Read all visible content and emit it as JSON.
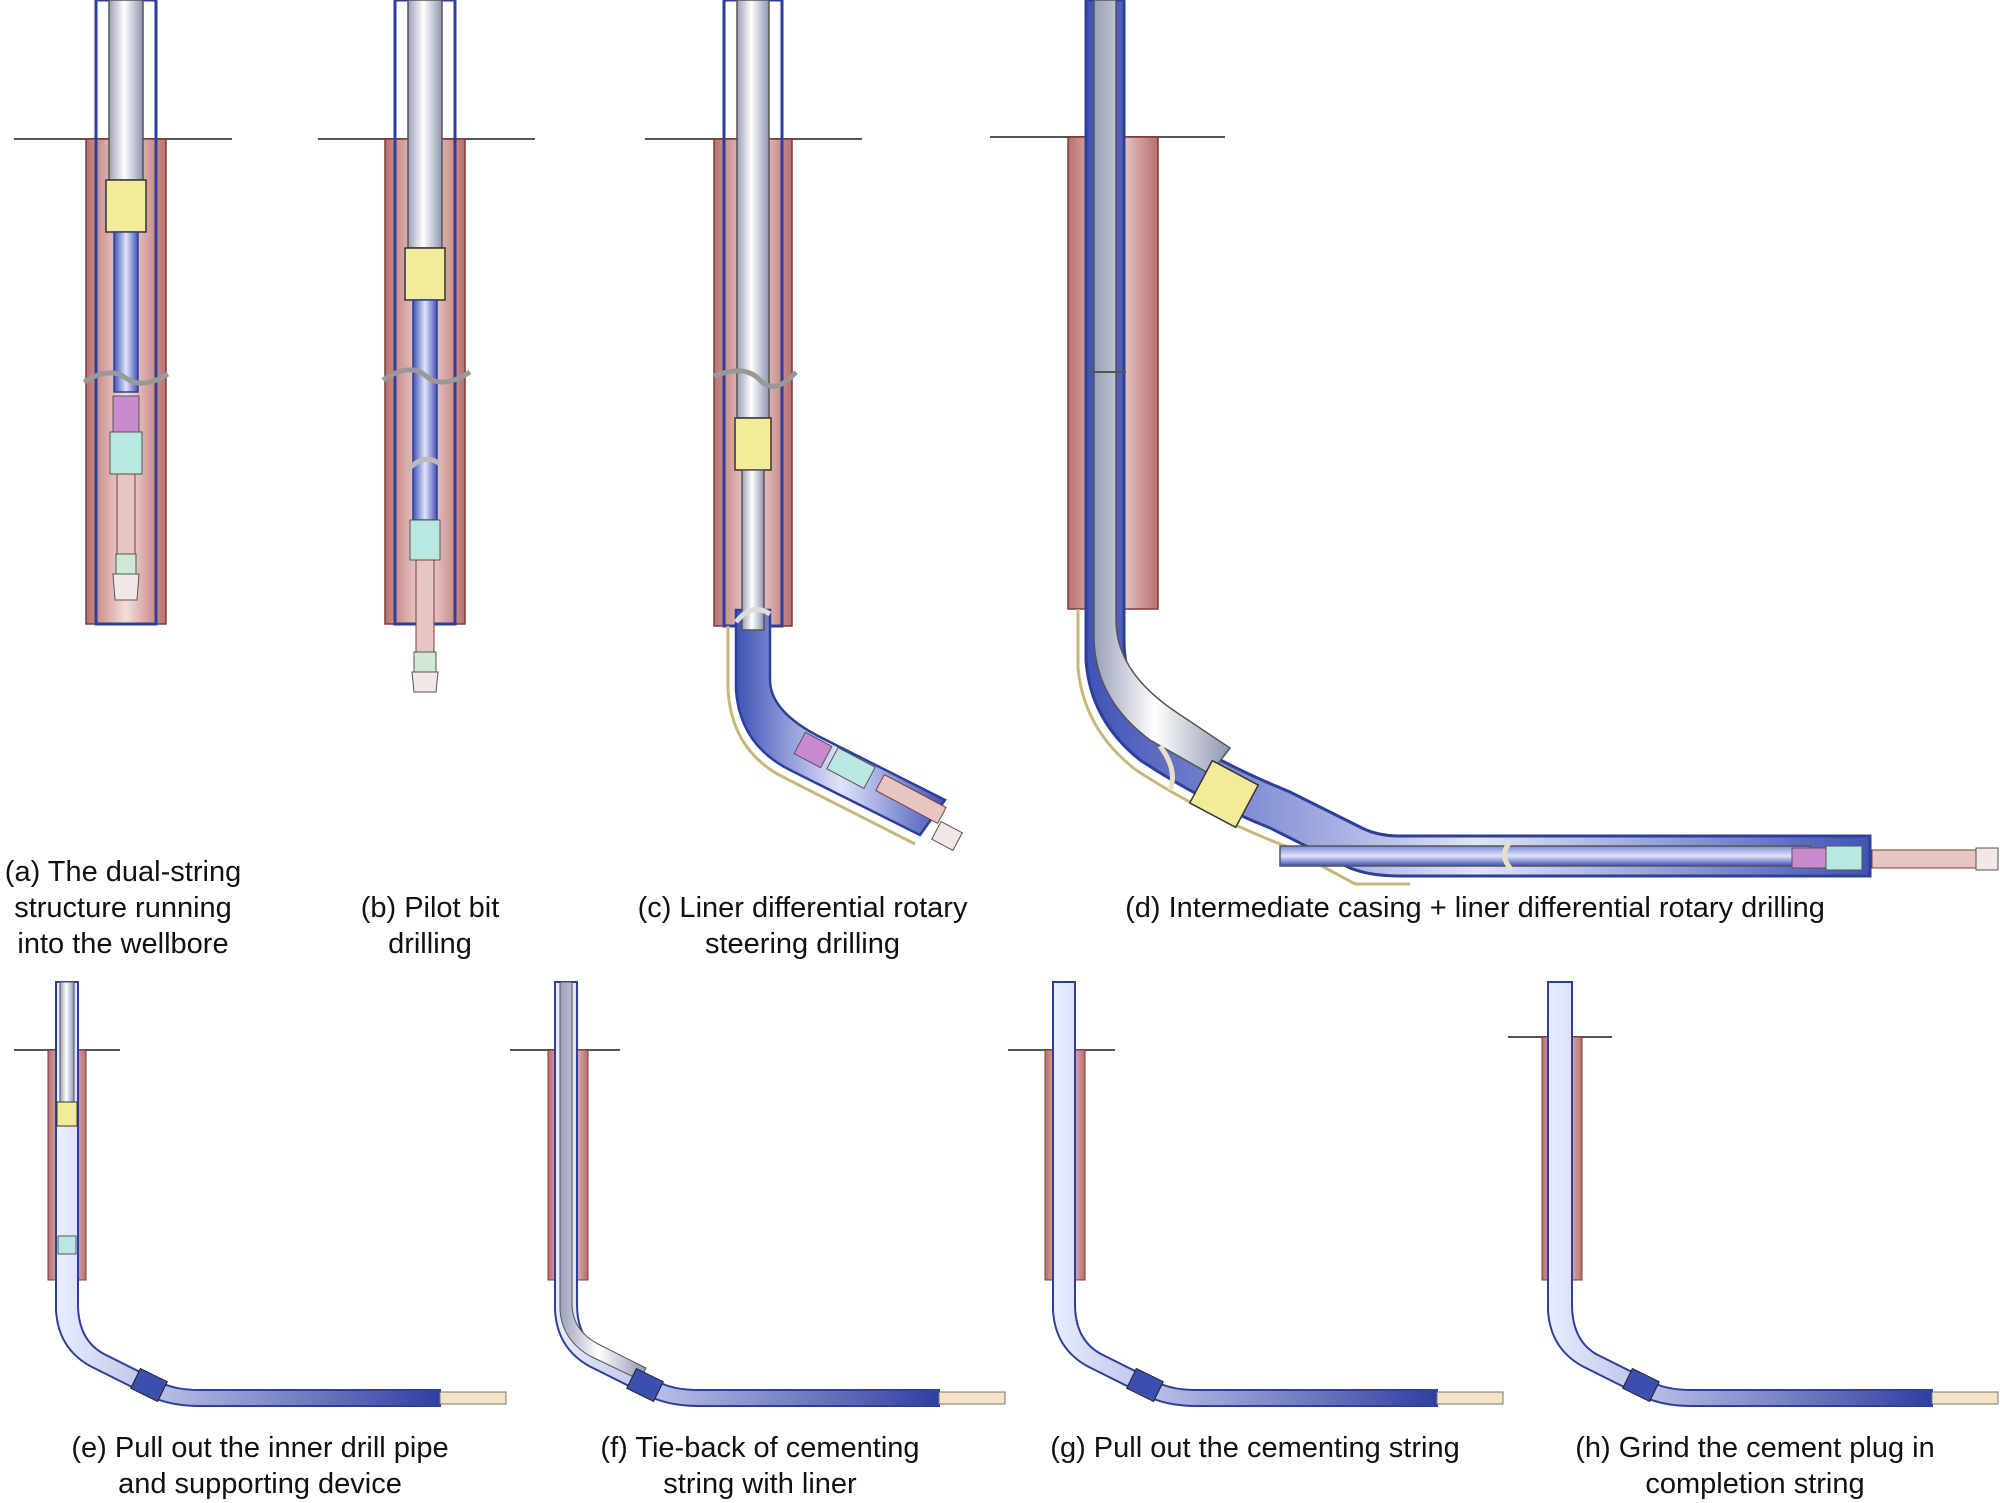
{
  "panels": [
    {
      "id": "a",
      "caption": [
        "(a) The dual-string",
        "structure running",
        "into the wellbore"
      ]
    },
    {
      "id": "b",
      "caption": [
        "(b) Pilot bit",
        "drilling"
      ]
    },
    {
      "id": "c",
      "caption": [
        "(c) Liner differential rotary",
        "steering drilling"
      ]
    },
    {
      "id": "d",
      "caption": [
        "(d) Intermediate casing + liner differential rotary drilling"
      ]
    },
    {
      "id": "e",
      "caption": [
        "(e) Pull out the inner drill pipe",
        "and supporting device"
      ]
    },
    {
      "id": "f",
      "caption": [
        "(f) Tie-back of cementing",
        "string with liner"
      ]
    },
    {
      "id": "g",
      "caption": [
        "(g) Pull out the cementing string"
      ]
    },
    {
      "id": "h",
      "caption": [
        "(h) Grind the cement plug in",
        "completion string"
      ]
    }
  ],
  "colors": {
    "formation": "#c98a86",
    "formation_light": "#f3dcdc",
    "casing": "#2e3f99",
    "pipe_light": "#eef0f6",
    "pipe_mid": "#b9bfd2",
    "packer": "#f2ec9a",
    "tool_pink": "#c98bd0",
    "tool_teal": "#b8e8e0",
    "liner_blue": "#3c4eb0",
    "cement_plug": "#f3e6c4",
    "surface_line": "#555555"
  }
}
